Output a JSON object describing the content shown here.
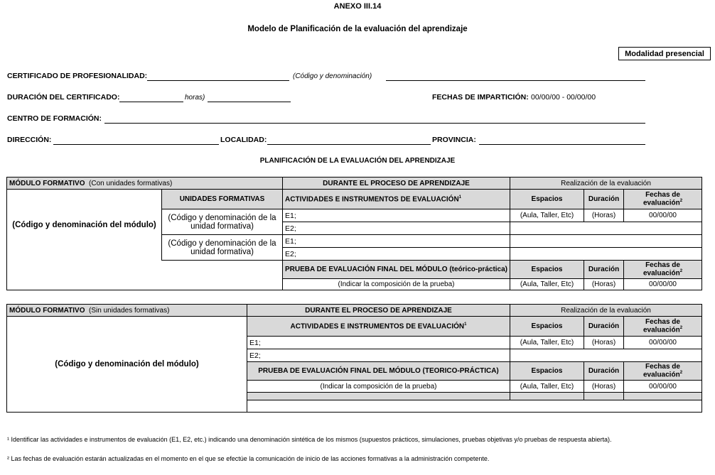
{
  "header": {
    "annex": "ANEXO III.14",
    "title": "Modelo de Planificación de la evaluación del aprendizaje",
    "modality": "Modalidad presencial"
  },
  "fields": {
    "certificado_label": "CERTIFICADO DE PROFESIONALIDAD:",
    "certificado_hint": "(Código y denominación)",
    "duracion_label": "DURACIÓN DEL CERTIFICADO:",
    "duracion_hint": "horas)",
    "fechas_label": "FECHAS DE IMPARTICIÓN:",
    "fechas_value": "00/00/00 - 00/00/00",
    "centro_label": "CENTRO DE FORMACIÓN:",
    "direccion_label": "DIRECCIÓN:",
    "localidad_label": "LOCALIDAD:",
    "provincia_label": "PROVINCIA:"
  },
  "section_title": "PLANIFICACIÓN DE LA EVALUACIÓN DEL APRENDIZAJE",
  "table1": {
    "modulo_bold": "MÓDULO FORMATIVO",
    "modulo_note": "(Con unidades formativas)",
    "durante": "DURANTE EL PROCESO DE APRENDIZAJE",
    "realizacion": "Realización de la evaluación",
    "unidades_header": "UNIDADES FORMATIVAS",
    "actividades_header": "ACTIVIDADES E INSTRUMENTOS DE EVALUACIÓN",
    "espacios": "Espacios",
    "duracion": "Duración",
    "fechas": "Fechas de evaluación",
    "modulo_name": "(Código y denominación del módulo)",
    "uf1": "(Código y denominación de la unidad formativa)",
    "uf2": "(Código y denominación de la unidad formativa)",
    "e1": "E1;",
    "e2": "E2;",
    "aula": "(Aula, Taller, Etc)",
    "horas": "(Horas)",
    "fecha_val": "00/00/00",
    "prueba_header": "PRUEBA DE EVALUACIÓN FINAL DEL MÓDULO (teórico-práctica)",
    "prueba_text": "(Indicar la composición de la prueba)"
  },
  "table2": {
    "modulo_bold": "MÓDULO FORMATIVO",
    "modulo_note": "(Sin unidades formativas)",
    "durante": "DURANTE EL PROCESO DE APRENDIZAJE",
    "realizacion": "Realización de la evaluación",
    "actividades_header": "ACTIVIDADES E INSTRUMENTOS DE EVALUACIÓN",
    "espacios": "Espacios",
    "duracion": "Duración",
    "fechas": "Fechas de evaluación",
    "modulo_name": "(Código y denominación del módulo)",
    "e1": "E1;",
    "e2": "E2;",
    "aula": "(Aula, Taller, Etc)",
    "horas": "(Horas)",
    "fecha_val": "00/00/00",
    "prueba_header": "PRUEBA DE EVALUACIÓN FINAL DEL MÓDULO (TEORICO-PRÁCTICA)",
    "prueba_text": "(Indicar la composición de la prueba)"
  },
  "footnotes": {
    "fn1": "¹ Identificar las actividades e instrumentos de evaluación (E1, E2, etc.) indicando una denominación sintética de los mismos (supuestos prácticos, simulaciones, pruebas objetivas y/o pruebas de respuesta abierta).",
    "fn2": "² Las fechas de evaluación estarán actualizadas en el momento en el que se efectúe la comunicación de inicio de las acciones formativas a la administración competente."
  }
}
